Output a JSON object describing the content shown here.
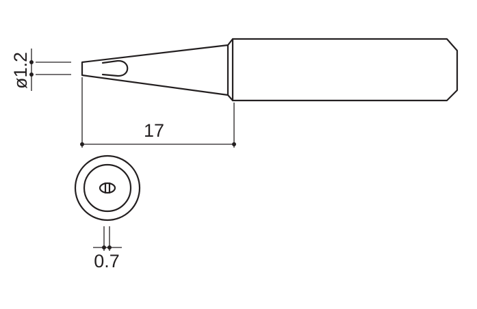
{
  "dimensions": {
    "tip_diameter": "ø1.2",
    "length": "17",
    "flat_width": "0.7"
  }
}
